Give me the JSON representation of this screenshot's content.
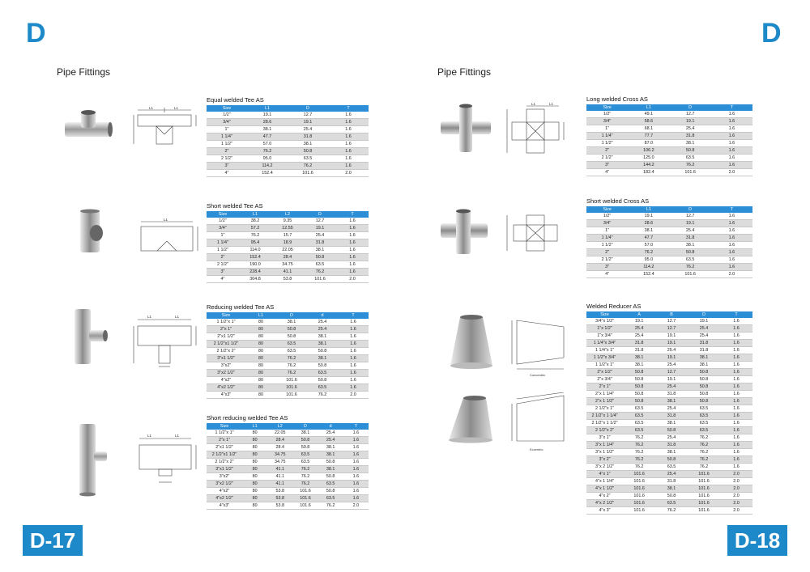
{
  "left": {
    "letter": "D",
    "heading": "Pipe Fittings",
    "page_number": "D-17",
    "sections": [
      {
        "title": "Equal welded Tee  AS",
        "columns": [
          "Size",
          "L1",
          "D",
          "T"
        ],
        "rows": [
          [
            "1/2\"",
            "19.1",
            "12.7",
            "1.6"
          ],
          [
            "3/4\"",
            "28.6",
            "19.1",
            "1.6"
          ],
          [
            "1\"",
            "38.1",
            "25.4",
            "1.6"
          ],
          [
            "1 1/4\"",
            "47.7",
            "31.8",
            "1.6"
          ],
          [
            "1 1/2\"",
            "57.0",
            "38.1",
            "1.6"
          ],
          [
            "2\"",
            "76.2",
            "50.8",
            "1.6"
          ],
          [
            "2 1/2\"",
            "95.0",
            "63.5",
            "1.6"
          ],
          [
            "3\"",
            "114.2",
            "76.2",
            "1.6"
          ],
          [
            "4\"",
            "152.4",
            "101.6",
            "2.0"
          ]
        ]
      },
      {
        "title": "Short welded Tee  AS",
        "columns": [
          "Size",
          "L1",
          "L2",
          "D",
          "T"
        ],
        "rows": [
          [
            "1/2\"",
            "38.2",
            "9.35",
            "12.7",
            "1.6"
          ],
          [
            "3/4\"",
            "57.2",
            "12.55",
            "19.1",
            "1.6"
          ],
          [
            "1\"",
            "76.2",
            "15.7",
            "25.4",
            "1.6"
          ],
          [
            "1 1/4\"",
            "95.4",
            "18.9",
            "31.8",
            "1.6"
          ],
          [
            "1 1/2\"",
            "114.0",
            "22.05",
            "38.1",
            "1.6"
          ],
          [
            "2\"",
            "152.4",
            "28.4",
            "50.8",
            "1.6"
          ],
          [
            "2 1/2\"",
            "190.0",
            "34.75",
            "63.5",
            "1.6"
          ],
          [
            "3\"",
            "228.4",
            "41.1",
            "76.2",
            "1.6"
          ],
          [
            "4\"",
            "304.8",
            "53.8",
            "101.6",
            "2.0"
          ]
        ]
      },
      {
        "title": "Reducing welded Tee  AS",
        "columns": [
          "Size",
          "L1",
          "D",
          "d",
          "T"
        ],
        "rows": [
          [
            "1 1/2\"x 1\"",
            "80",
            "38.1",
            "25.4",
            "1.6"
          ],
          [
            "2\"x 1\"",
            "80",
            "50.8",
            "25.4",
            "1.6"
          ],
          [
            "2\"x1 1/2\"",
            "80",
            "50.8",
            "38.1",
            "1.6"
          ],
          [
            "2 1/2\"x1 1/2\"",
            "80",
            "63.5",
            "38.1",
            "1.6"
          ],
          [
            "2 1/2\"x 2\"",
            "80",
            "63.5",
            "50.8",
            "1.6"
          ],
          [
            "3\"x1 1/2\"",
            "80",
            "76.2",
            "38.1",
            "1.6"
          ],
          [
            "3\"x2\"",
            "80",
            "76.2",
            "50.8",
            "1.6"
          ],
          [
            "3\"x2 1/2\"",
            "80",
            "76.2",
            "63.5",
            "1.6"
          ],
          [
            "4\"x2\"",
            "80",
            "101.6",
            "50.8",
            "1.6"
          ],
          [
            "4\"x2 1/2\"",
            "80",
            "101.6",
            "63.5",
            "1.6"
          ],
          [
            "4\"x3\"",
            "80",
            "101.6",
            "76.2",
            "2.0"
          ]
        ]
      },
      {
        "title": "Short reducing welded Tee  AS",
        "columns": [
          "Size",
          "L1",
          "L2",
          "D",
          "d",
          "T"
        ],
        "rows": [
          [
            "1 1/2\"x 1\"",
            "80",
            "22.05",
            "38.1",
            "25.4",
            "1.6"
          ],
          [
            "2\"x 1\"",
            "80",
            "28.4",
            "50.8",
            "25.4",
            "1.6"
          ],
          [
            "2\"x1 1/2\"",
            "80",
            "28.4",
            "50.8",
            "38.1",
            "1.6"
          ],
          [
            "2 1/2\"x1 1/2\"",
            "80",
            "34.75",
            "63.5",
            "38.1",
            "1.6"
          ],
          [
            "2 1/2\"x 2\"",
            "80",
            "34.75",
            "63.5",
            "50.8",
            "1.6"
          ],
          [
            "3\"x1 1/2\"",
            "80",
            "41.1",
            "76.2",
            "38.1",
            "1.6"
          ],
          [
            "3\"x2\"",
            "80",
            "41.1",
            "76.2",
            "50.8",
            "1.6"
          ],
          [
            "3\"x2 1/2\"",
            "80",
            "41.1",
            "76.2",
            "63.5",
            "1.6"
          ],
          [
            "4\"x2\"",
            "80",
            "53.8",
            "101.6",
            "50.8",
            "1.6"
          ],
          [
            "4\"x2 1/2\"",
            "80",
            "53.8",
            "101.6",
            "63.5",
            "1.6"
          ],
          [
            "4\"x3\"",
            "80",
            "53.8",
            "101.6",
            "76.2",
            "2.0"
          ]
        ]
      }
    ]
  },
  "right": {
    "letter": "D",
    "heading": "Pipe Fittings",
    "page_number": "D-18",
    "drawing_caption_1": "Concentric",
    "drawing_caption_2": "Eccentric",
    "sections": [
      {
        "title": "Long welded Cross  AS",
        "columns": [
          "Size",
          "L1",
          "D",
          "T"
        ],
        "rows": [
          [
            "1/2\"",
            "49.1",
            "12.7",
            "1.6"
          ],
          [
            "3/4\"",
            "58.6",
            "19.1",
            "1.6"
          ],
          [
            "1\"",
            "68.1",
            "25.4",
            "1.6"
          ],
          [
            "1 1/4\"",
            "77.7",
            "31.8",
            "1.6"
          ],
          [
            "1 1/2\"",
            "87.0",
            "38.1",
            "1.6"
          ],
          [
            "2\"",
            "106.2",
            "50.8",
            "1.6"
          ],
          [
            "2 1/2\"",
            "125.0",
            "63.5",
            "1.6"
          ],
          [
            "3\"",
            "144.2",
            "76.2",
            "1.6"
          ],
          [
            "4\"",
            "182.4",
            "101.6",
            "2.0"
          ]
        ]
      },
      {
        "title": "Short welded Cross  AS",
        "columns": [
          "Size",
          "L1",
          "D",
          "T"
        ],
        "rows": [
          [
            "1/2\"",
            "19.1",
            "12.7",
            "1.6"
          ],
          [
            "3/4\"",
            "28.6",
            "19.1",
            "1.6"
          ],
          [
            "1\"",
            "38.1",
            "25.4",
            "1.6"
          ],
          [
            "1 1/4\"",
            "47.7",
            "31.8",
            "1.6"
          ],
          [
            "1 1/2\"",
            "57.0",
            "38.1",
            "1.6"
          ],
          [
            "2\"",
            "76.2",
            "50.8",
            "1.6"
          ],
          [
            "2 1/2\"",
            "95.0",
            "63.5",
            "1.6"
          ],
          [
            "3\"",
            "114.2",
            "76.2",
            "1.6"
          ],
          [
            "4\"",
            "152.4",
            "101.6",
            "2.0"
          ]
        ]
      },
      {
        "title": "Welded Reducer  AS",
        "columns": [
          "Size",
          "A",
          "B",
          "D",
          "T"
        ],
        "rows": [
          [
            "3/4\"x 1/2\"",
            "19.1",
            "12.7",
            "19.1",
            "1.6"
          ],
          [
            "1\"x 1/2\"",
            "25.4",
            "12.7",
            "25.4",
            "1.6"
          ],
          [
            "1\"x 3/4\"",
            "25.4",
            "19.1",
            "25.4",
            "1.6"
          ],
          [
            "1 1/4\"x 3/4\"",
            "31.8",
            "19.1",
            "31.8",
            "1.6"
          ],
          [
            "1 1/4\"x 1\"",
            "31.8",
            "25.4",
            "31.8",
            "1.6"
          ],
          [
            "1 1/2\"x 3/4\"",
            "38.1",
            "19.1",
            "38.1",
            "1.6"
          ],
          [
            "1 1/2\"x 1\"",
            "38.1",
            "25.4",
            "38.1",
            "1.6"
          ],
          [
            "2\"x 1/2\"",
            "50.8",
            "12.7",
            "50.8",
            "1.6"
          ],
          [
            "2\"x 3/4\"",
            "50.8",
            "19.1",
            "50.8",
            "1.6"
          ],
          [
            "2\"x 1\"",
            "50.8",
            "25.4",
            "50.8",
            "1.6"
          ],
          [
            "2\"x 1 1/4\"",
            "50.8",
            "31.8",
            "50.8",
            "1.6"
          ],
          [
            "2\"x 1 1/2\"",
            "50.8",
            "38.1",
            "50.8",
            "1.6"
          ],
          [
            "2 1/2\"x 1\"",
            "63.5",
            "25.4",
            "63.5",
            "1.6"
          ],
          [
            "2 1/2\"x 1 1/4\"",
            "63.5",
            "31.8",
            "63.5",
            "1.6"
          ],
          [
            "2 1/2\"x 1 1/2\"",
            "63.5",
            "38.1",
            "63.5",
            "1.6"
          ],
          [
            "2 1/2\"x 2\"",
            "63.5",
            "50.8",
            "63.5",
            "1.6"
          ],
          [
            "3\"x 1\"",
            "76.2",
            "25.4",
            "76.2",
            "1.6"
          ],
          [
            "3\"x 1 1/4\"",
            "76.2",
            "31.8",
            "76.2",
            "1.6"
          ],
          [
            "3\"x 1 1/2\"",
            "76.2",
            "38.1",
            "76.2",
            "1.6"
          ],
          [
            "3\"x 2\"",
            "76.2",
            "50.8",
            "76.2",
            "1.6"
          ],
          [
            "3\"x 2 1/2\"",
            "76.2",
            "63.5",
            "76.2",
            "1.6"
          ],
          [
            "4\"x 1\"",
            "101.6",
            "25.4",
            "101.6",
            "2.0"
          ],
          [
            "4\"x 1 1/4\"",
            "101.6",
            "31.8",
            "101.6",
            "2.0"
          ],
          [
            "4\"x 1 1/2\"",
            "101.6",
            "38.1",
            "101.6",
            "2.0"
          ],
          [
            "4\"x 2\"",
            "101.6",
            "50.8",
            "101.6",
            "2.0"
          ],
          [
            "4\"x 2 1/2\"",
            "101.6",
            "63.5",
            "101.6",
            "2.0"
          ],
          [
            "4\"x 3\"",
            "101.6",
            "76.2",
            "101.6",
            "2.0"
          ]
        ]
      }
    ]
  },
  "colors": {
    "accent": "#1d89c8",
    "table_header": "#2c8ed6",
    "row_alt": "#dcdcdc"
  }
}
